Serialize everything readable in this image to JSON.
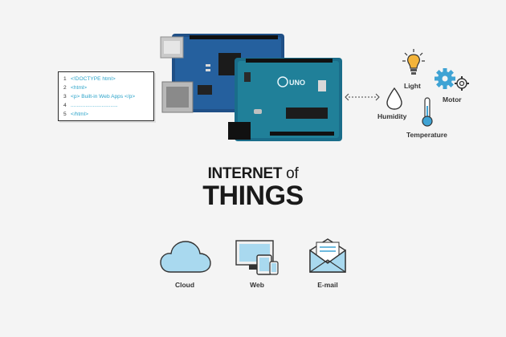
{
  "code": {
    "lines": [
      {
        "num": "1",
        "text": "<!DOCTYPE html>"
      },
      {
        "num": "2",
        "text": "<html>"
      },
      {
        "num": "3",
        "text": "<p> Built-in Web Apps </p>"
      },
      {
        "num": "4",
        "text": "................................"
      },
      {
        "num": "5",
        "text": "</html>"
      }
    ]
  },
  "board": {
    "logo_text": "UNO"
  },
  "sensors": {
    "light": "Light",
    "motor": "Motor",
    "humidity": "Humidity",
    "temperature": "Temperature"
  },
  "title": {
    "line1_main": "INTERNET",
    "line1_of": "of",
    "line2": "THINGS"
  },
  "services": {
    "cloud": "Cloud",
    "web": "Web",
    "email": "E-mail"
  },
  "colors": {
    "accent": "#3fa3d4",
    "board_blue": "#1c5a9a",
    "board_teal": "#1d6f8c",
    "code_text": "#2ba3c9"
  }
}
